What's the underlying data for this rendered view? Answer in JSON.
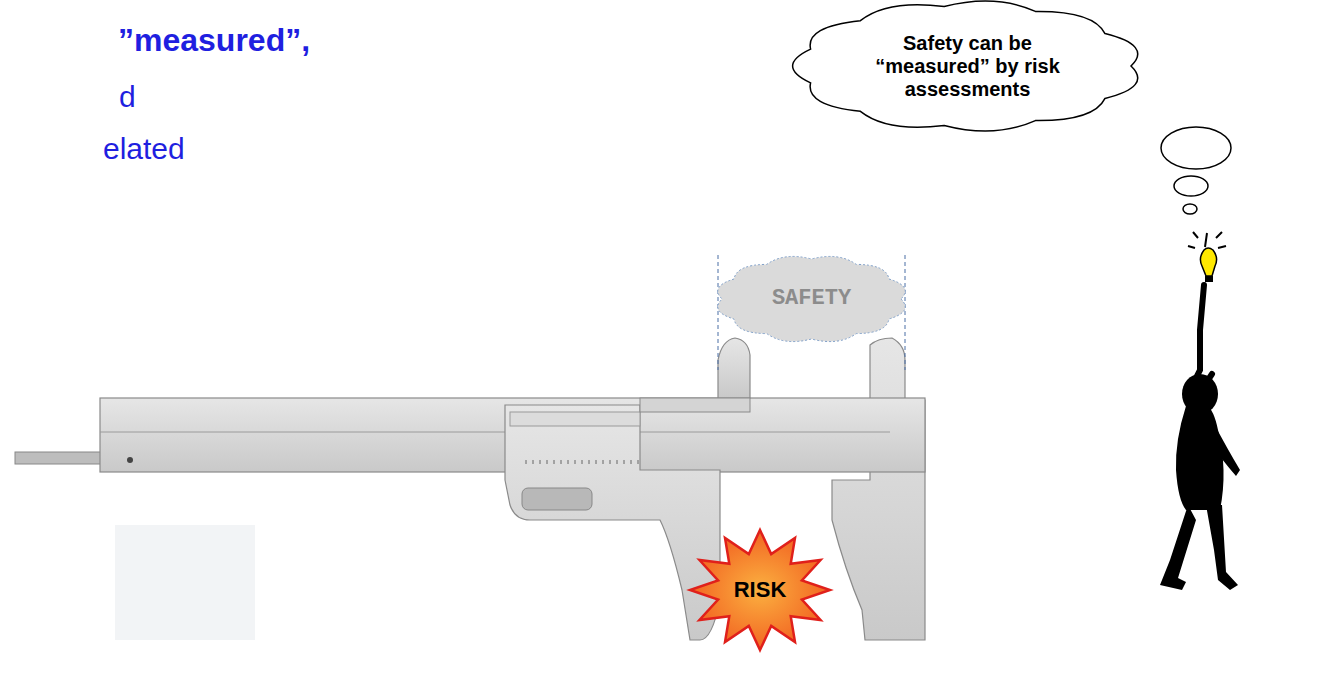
{
  "diagram": {
    "nodes": [
      {
        "text": [
          "Safety can be “measured” by risk assessments"
        ]
      },
      {
        "text": [
          "SAFETY"
        ]
      },
      {
        "text": [
          "RISK"
        ]
      }
    ],
    "labels": [
      "”measured”,",
      "d",
      "elated"
    ]
  }
}
